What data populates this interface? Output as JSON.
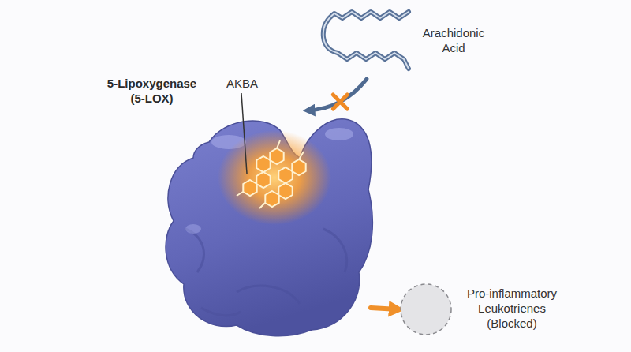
{
  "diagram": {
    "nodes": [
      {
        "text": [
          "Arachidonic Acid"
        ]
      },
      {
        "text": [
          "5-Lipoxygenase (5-LOX)"
        ]
      },
      {
        "text": [
          "Pro-inflammatory Leukotrienes (Blocked)"
        ]
      }
    ],
    "edges": [
      {
        "from": 0,
        "to": 1,
        "arrow": "to"
      },
      {
        "from": 1,
        "to": 2,
        "arrow": "to"
      }
    ],
    "labels": [
      "AKBA"
    ]
  }
}
